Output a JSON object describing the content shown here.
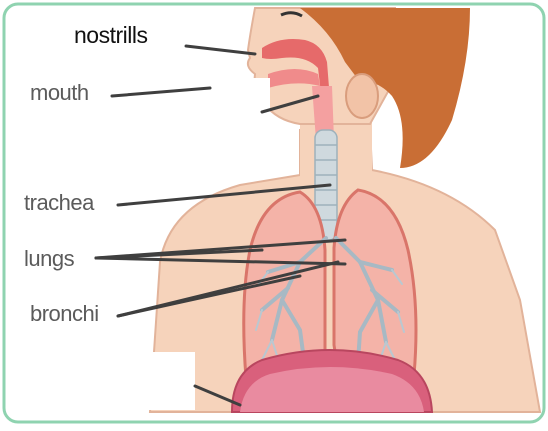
{
  "diagram": {
    "labels": {
      "nostrils": "nostrills",
      "mouth": "mouth",
      "trachea": "trachea",
      "lungs": "lungs",
      "bronchi": "bronchi"
    },
    "colors": {
      "border": "#8fd3b0",
      "skin": "#f6d3bb",
      "hair": "#c96e35",
      "lung": "#f4b3a8",
      "lung_outline": "#d9756a",
      "airway": "#cfd9de",
      "diaphragm": "#d9607c",
      "leader_line": "#3f3f3f"
    }
  }
}
